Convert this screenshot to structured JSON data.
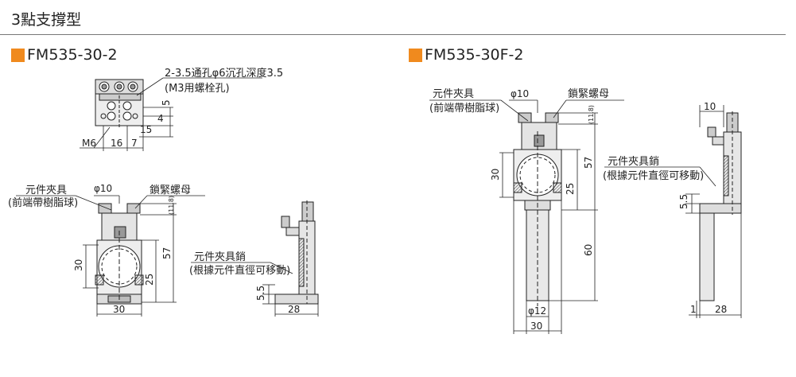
{
  "page": {
    "title": "3點支撐型"
  },
  "accent_color": "#F08A1E",
  "sections": [
    {
      "label": "FM535-30-2"
    },
    {
      "label": "FM535-30F-2"
    }
  ],
  "left": {
    "top_view": {
      "note_line1": "2-3.5通孔φ6沉孔深度3.5",
      "note_line2": "(M3用螺栓孔)",
      "dim_5": "5",
      "dim_4": "4",
      "dim_15": "15",
      "dim_m6": "M6",
      "dim_16": "16",
      "dim_7": "7"
    },
    "front": {
      "holder_label": "元件夾具",
      "holder_sub": "(前端帶樹脂球)",
      "phi10": "φ10",
      "nut_label": "鎖緊螺母",
      "dim_118": "(11.8)",
      "dim_57": "57",
      "dim_30": "30",
      "dim_25": "25",
      "dim_30w": "30"
    },
    "side": {
      "pin_label": "元件夾具銷",
      "pin_sub": "(根據元件直徑可移動)",
      "dim_55": "5.5",
      "dim_28": "28"
    }
  },
  "right": {
    "front": {
      "holder_label": "元件夾具",
      "holder_sub": "(前端帶樹脂球)",
      "phi10": "φ10",
      "nut_label": "鎖緊螺母",
      "dim_118": "(11.8)",
      "dim_30": "30",
      "dim_57": "57",
      "dim_25": "25",
      "dim_60": "60",
      "phi12": "φ12",
      "dim_30w": "30"
    },
    "side": {
      "dim_10": "10",
      "pin_label": "元件夾具銷",
      "pin_sub": "(根據元件直徑可移動)",
      "dim_55": "5.5",
      "dim_1": "1",
      "dim_28": "28"
    }
  }
}
